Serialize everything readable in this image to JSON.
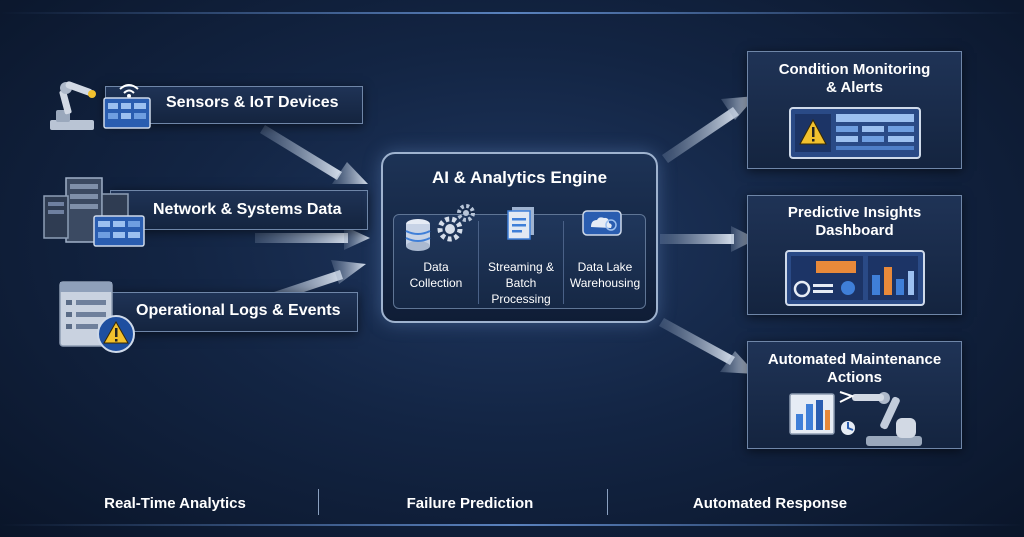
{
  "inputs": [
    {
      "label": "Sensors & IoT Devices"
    },
    {
      "label": "Network & Systems Data"
    },
    {
      "label": "Operational Logs & Events"
    }
  ],
  "engine": {
    "title": "AI & Analytics Engine",
    "sections": [
      {
        "line1": "Data",
        "line2": "Collection"
      },
      {
        "line1": "Streaming &",
        "line2": "Batch Processing"
      },
      {
        "line1": "Data Lake",
        "line2": "Warehousing"
      }
    ]
  },
  "outputs": [
    {
      "line1": "Condition Monitoring",
      "line2": "& Alerts"
    },
    {
      "line1": "Predictive Insights",
      "line2": "Dashboard"
    },
    {
      "line1": "Automated Maintenance",
      "line2": "Actions"
    }
  ],
  "footer": [
    "Real-Time Analytics",
    "Failure Prediction",
    "Automated Response"
  ],
  "colors": {
    "accent_blue": "#3f7fd8",
    "warning_yellow": "#f2c12e",
    "orange": "#e8893a",
    "arrow": "#c9d3e2"
  },
  "icons": [
    "robot-arm-icon",
    "wifi-icon",
    "server-rack-icon",
    "document-list-icon",
    "warning-icon",
    "database-icon",
    "gears-icon",
    "document-icon",
    "cloud-icon",
    "bar-chart-icon"
  ]
}
